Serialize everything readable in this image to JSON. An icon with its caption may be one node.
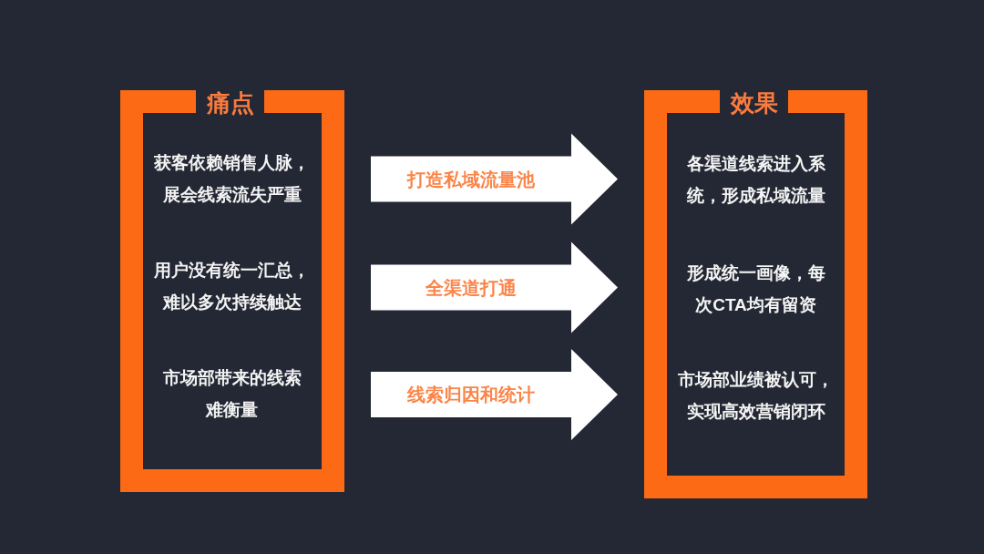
{
  "diagram": {
    "nodes": [
      {
        "text": [
          "痛点"
        ]
      },
      {
        "text": [
          "获客依赖销售人脉，展会线索流失严重"
        ],
        "in": 0
      },
      {
        "text": [
          "用户没有统一汇总，难以多次持续触达"
        ],
        "in": 0
      },
      {
        "text": [
          "市场部带来的线索难衡量"
        ],
        "in": 0
      },
      {
        "text": [
          "效果"
        ]
      },
      {
        "text": [
          "各渠道线索进入系统，形成私域流量"
        ],
        "in": 4
      },
      {
        "text": [
          "形成统一画像，每次CTA均有留资"
        ],
        "in": 4
      },
      {
        "text": [
          "市场部业绩被认可，实现高效营销闭环"
        ],
        "in": 4
      }
    ],
    "edges": [
      {
        "from": 1,
        "to": 5,
        "arrow": "to",
        "label": "打造私域流量池"
      },
      {
        "from": 2,
        "to": 6,
        "arrow": "to",
        "label": "全渠道打通"
      },
      {
        "from": 3,
        "to": 7,
        "arrow": "to",
        "label": "线索归因和统计"
      }
    ]
  }
}
